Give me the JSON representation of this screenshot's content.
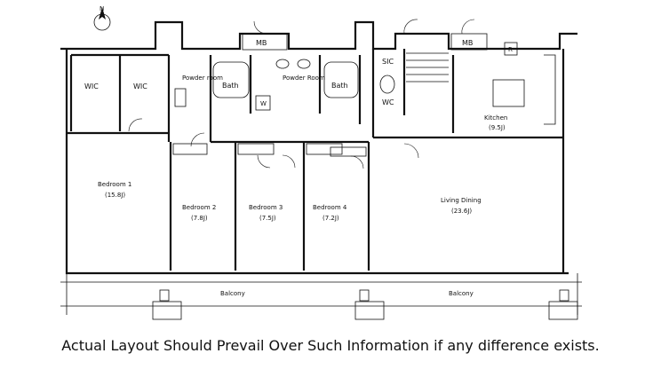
{
  "compass": {
    "label": "N"
  },
  "rooms": {
    "wic1": "WIC",
    "wic2": "WIC",
    "powder_room1": "Powder room",
    "bath1": "Bath",
    "powder_room2": "Powder Room",
    "bath2": "Bath",
    "w": "W",
    "sic": "SIC",
    "wc": "WC",
    "mb1": "MB",
    "mb2": "MB",
    "r": "R",
    "kitchen": {
      "name": "Kitchen",
      "size": "(9.5J)"
    },
    "bedroom1": {
      "name": "Bedroom 1",
      "size": "(15.8J)"
    },
    "bedroom2": {
      "name": "Bedroom 2",
      "size": "(7.8J)"
    },
    "bedroom3": {
      "name": "Bedroom 3",
      "size": "(7.5J)"
    },
    "bedroom4": {
      "name": "Bedroom 4",
      "size": "(7.2J)"
    },
    "living_dining": {
      "name": "Living Dining",
      "size": "(23.6J)"
    },
    "balcony1": "Balcony",
    "balcony2": "Balcony"
  },
  "caption": "Actual Layout Should Prevail Over Such Information if any difference exists."
}
